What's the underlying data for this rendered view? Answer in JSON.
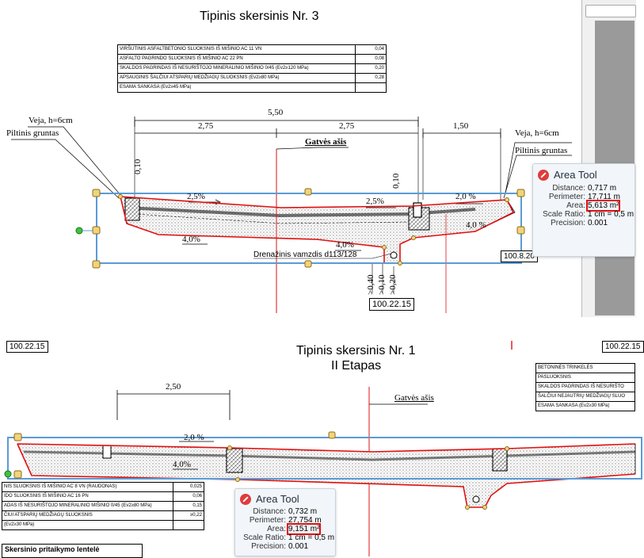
{
  "section1": {
    "title": "Tipinis skersinis Nr. 3",
    "layers": [
      {
        "name": "VIRŠUTINIS ASFALTBETONIO SLUOKSNIS IŠ MIŠINIO AC 11 VN",
        "value": "0,04"
      },
      {
        "name": "ASFALTO PAGRINDO SLUOKSNIS IŠ MIŠINIO AC 22 PN",
        "value": "0,08"
      },
      {
        "name": "SKALDOS PAGRINDAS IŠ NESURIŠTOJO MINERALINIO MIŠINIO  0/45 (Ev2≥120 MPa)",
        "value": "0,20"
      },
      {
        "name": "APSAUGINIS  ŠALČIUI ATSPARIŲ MEDŽIAGŲ SLUOKSNIS (Ev2≥80 MPa)",
        "value": "0,28"
      },
      {
        "name": "ESAMA SANKASA (Ev2≥45 MPa)",
        "value": ""
      }
    ],
    "dims": {
      "total": "5,50",
      "left": "2,75",
      "right": "2,75",
      "side": "1,50"
    },
    "labels": {
      "grass_left": "Veja, h=6cm",
      "fill_left": "Piltinis gruntas",
      "grass_right": "Veja, h=6cm",
      "fill_right": "Piltinis gruntas",
      "axis": "Gatvės ašis",
      "drain": "Drenažinis vamzdis  d113/128"
    },
    "slopes": [
      "2,5%",
      "2,5%",
      "2,0 %",
      "4,0%",
      "4,0%",
      "4,0 %"
    ],
    "vert_dims": [
      "0,10",
      "0,10",
      ">0,40",
      ">0,10",
      ">0,20"
    ],
    "boxes": {
      "elev_right": "100.8.20",
      "elev_bottom": "100.22.15"
    }
  },
  "tool1": {
    "title": "Area Tool",
    "rows": [
      {
        "k": "Distance:",
        "v": "0,717 m"
      },
      {
        "k": "Perimeter:",
        "v": "17,711 m"
      },
      {
        "k": "Area:",
        "v": "5,613 m²"
      },
      {
        "k": "Scale Ratio:",
        "v": "1 cm = 0,5 m"
      },
      {
        "k": "Precision:",
        "v": "0.001"
      }
    ]
  },
  "section2": {
    "title": "Tipinis skersinis Nr. 1",
    "subtitle": "II Etapas",
    "label_left": "100.22.15",
    "label_right": "100.22.15",
    "dim": "2,50",
    "axis": "Gatvės ašis",
    "slopes": [
      "2,0 %",
      "4,0%"
    ],
    "layers_right": [
      "BETONINĖS TRINKELĖS",
      "PASLUOKSNIS",
      "SKALDOS PAGRINDAS IŠ NESURIŠTO",
      "ŠALČIUI NEJAUTRIŲ MEDŽIAGŲ SLUO",
      "ESAMA SANKASA (Ev2≥30 MPa)"
    ],
    "layers_left": [
      {
        "name": "NIS SLUOKSNIS IŠ MIŠINIO AC 8 VN (RAUDONAS)",
        "value": "0,025"
      },
      {
        "name": "IDO SLUOKSNIS IŠ MIŠINIO AC 16 PN",
        "value": "0,06"
      },
      {
        "name": "ADAS IŠ NESURIŠTOJO MINERALINIO MIŠINIO  0/45  (Ev2≥80 MPa)",
        "value": "0,15"
      },
      {
        "name": "ČIUI ATSPARIŲ MEDŽIAGŲ SLUOKSNIS",
        "value": "≥0,22"
      },
      {
        "name": "(Ev2≥30 MPa)",
        "value": ""
      }
    ],
    "footer": "Skersinio pritaikymo lentelė"
  },
  "tool2": {
    "title": "Area Tool",
    "rows": [
      {
        "k": "Distance:",
        "v": "0,732 m"
      },
      {
        "k": "Perimeter:",
        "v": "27,754 m"
      },
      {
        "k": "Area:",
        "v": "9,151 m²"
      },
      {
        "k": "Scale Ratio:",
        "v": "1 cm = 0,5 m"
      },
      {
        "k": "Precision:",
        "v": "0.001"
      }
    ]
  },
  "colors": {
    "markup_red": "#e01010",
    "selection_blue": "#5b9bd5",
    "handle_yellow": "#f3d37a",
    "tool_bg": "#f2f6fa"
  }
}
